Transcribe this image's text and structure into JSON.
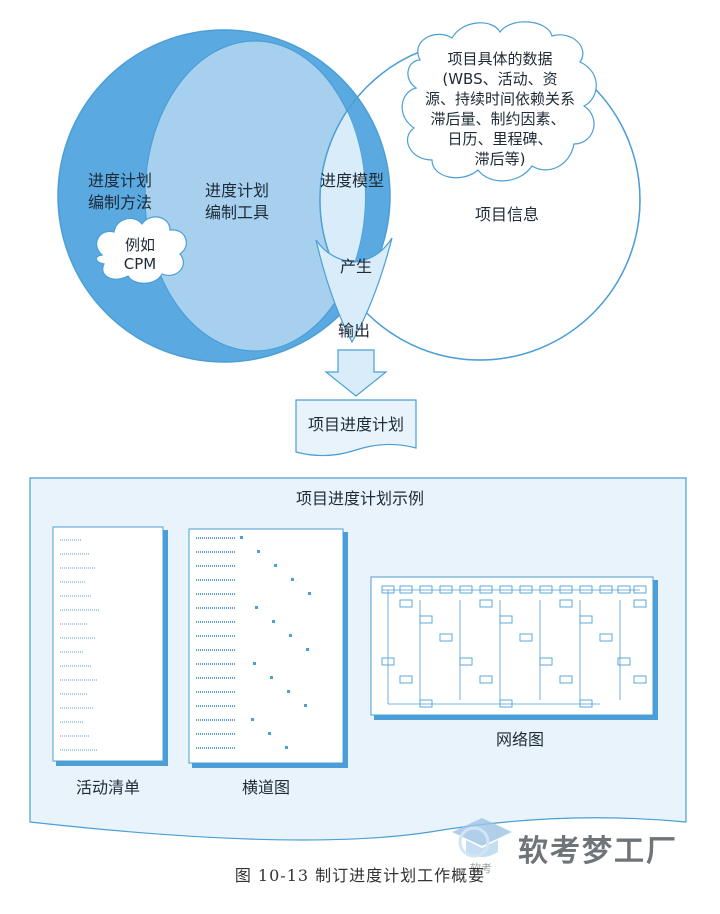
{
  "top_diagram": {
    "method_circle": {
      "line1": "进度计划",
      "line2": "编制方法",
      "example_line1": "例如",
      "example_line2": "CPM"
    },
    "tool_circle": {
      "line1": "进度计划",
      "line2": "编制工具"
    },
    "model_label": "进度模型",
    "produce_label": "产生",
    "info_circle": {
      "cloud_lines": [
        "项目具体的数据",
        "(WBS、活动、资",
        "源、持续时间依赖关系",
        "滞后量、制约因素、",
        "日历、里程碑、",
        "滞后等)"
      ],
      "label": "项目信息"
    },
    "output_label": "输出",
    "schedule_label": "项目进度计划"
  },
  "examples_panel": {
    "title": "项目进度计划示例",
    "activity_list_label": "活动清单",
    "bar_chart_label": "横道图",
    "network_label": "网络图"
  },
  "watermark": {
    "text": "软考梦工厂",
    "small": "软考"
  },
  "caption": "图 10-13   制订进度计划工作概要",
  "colors": {
    "method_blue": "#5aa9e0",
    "tool_blue": "#a7d0ef",
    "model_blue": "#d9ecf9",
    "outline_blue": "#4b9fd6",
    "panel_fill": "#e8f3fb"
  }
}
